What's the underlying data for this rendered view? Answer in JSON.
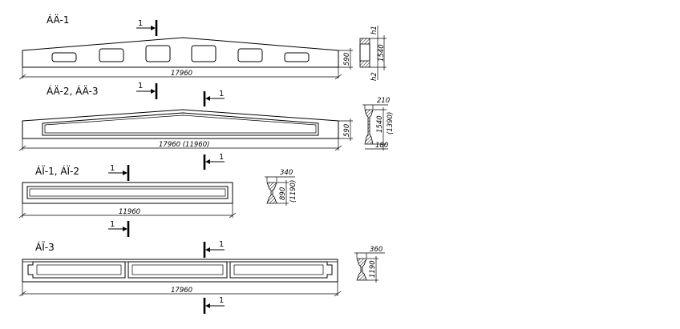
{
  "beams": {
    "b1": {
      "label": "ÁÄ-1",
      "length": "17960",
      "height": "590",
      "sec_h1": "h1",
      "sec_h2": "h2",
      "sec_depth": "1540"
    },
    "b2": {
      "label": "ÁÄ-2, ÁÄ-3",
      "length": "17960 (11960)",
      "height": "590",
      "sec_width": "210",
      "sec_depth": "1540",
      "sec_depth_alt": "(1390)",
      "sec_bottom": "180"
    },
    "b3": {
      "label": "ÁÏ-1, ÁÏ-2",
      "length": "11960",
      "sec_width": "340",
      "sec_depth": "890",
      "sec_depth_alt": "(1190)"
    },
    "b4": {
      "label": "ÁÏ-3",
      "length": "17960",
      "sec_width": "360",
      "sec_depth": "1190"
    }
  },
  "section_mark": "1"
}
